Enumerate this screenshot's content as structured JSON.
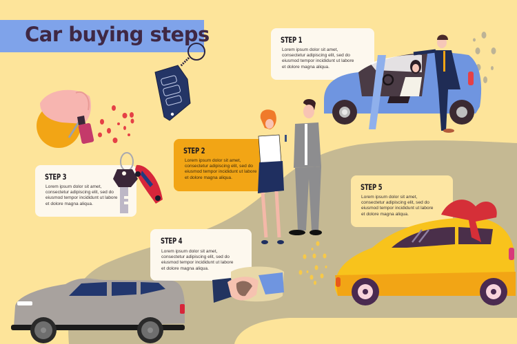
{
  "title": "Car buying steps",
  "colors": {
    "background": "#fde49a",
    "road": "#c5b993",
    "title_bar": "#7fa3ea",
    "title_text": "#3f2844",
    "card_light": "#fdf8ee",
    "card_orange": "#f2a515",
    "card_yellow": "#fde6a3"
  },
  "steps": [
    {
      "label": "STEP 1",
      "text": "Lorem ipsum dolor sit amet, consectetur adipiscing elit, sed do eiusmod tempor incididunt ut labore et dolore magna aliqua.",
      "lines": [
        "Lorem ipsum dolor sit amet,",
        "consectetur adipiscing elit, sed do",
        "eiusmod tempor incididunt ut labore",
        "et dolore magna aliqua."
      ]
    },
    {
      "label": "STEP 2",
      "text": "Lorem ipsum dolor sit amet, consectetur adipiscing elit, sed do eiusmod tempor incididunt ut labore et dolore magna aliqua.",
      "lines": [
        "Lorem ipsum dolor sit amet,",
        "consectetur adipiscing elit, sed do",
        "eiusmod tempor incididunt ut labore",
        "et dolore magna aliqua."
      ]
    },
    {
      "label": "STEP 3",
      "text": "Lorem ipsum dolor sit amet, consectetur adipiscing elit, sed do eiusmod tempor incididunt ut labore et dolore magna aliqua.",
      "lines": [
        "Lorem ipsum dolor sit amet,",
        "consectetur adipiscing elit, sed do",
        "eiusmod tempor incididunt ut labore",
        "et dolore magna aliqua."
      ]
    },
    {
      "label": "STEP 4",
      "text": "Lorem ipsum dolor sit amet, consectetur adipiscing elit, sed do eiusmod tempor incididunt ut labore et dolore magna aliqua.",
      "lines": [
        "Lorem ipsum dolor sit amet,",
        "consectetur adipiscing elit, sed do",
        "eiusmod tempor incididunt ut labore",
        "et dolore magna aliqua."
      ]
    },
    {
      "label": "STEP 5",
      "text": "Lorem ipsum dolor sit amet, consectetur adipiscing elit, sed do eiusmod tempor incididunt ut labore et dolore magna aliqua.",
      "lines": [
        "Lorem ipsum dolor sit amet,",
        "consectetur adipiscing elit, sed do",
        "eiusmod tempor incididunt ut labore",
        "et dolore magna aliqua."
      ]
    }
  ],
  "illustrations": [
    {
      "name": "car-key-fob-icon"
    },
    {
      "name": "hand-holding-keys-icon"
    },
    {
      "name": "blue-car-with-driver-and-salesman-icon"
    },
    {
      "name": "couple-exchanging-keys-icon"
    },
    {
      "name": "key-with-toy-car-icon"
    },
    {
      "name": "handshake-icon"
    },
    {
      "name": "gray-suv-icon"
    },
    {
      "name": "yellow-car-with-bow-icon"
    }
  ]
}
